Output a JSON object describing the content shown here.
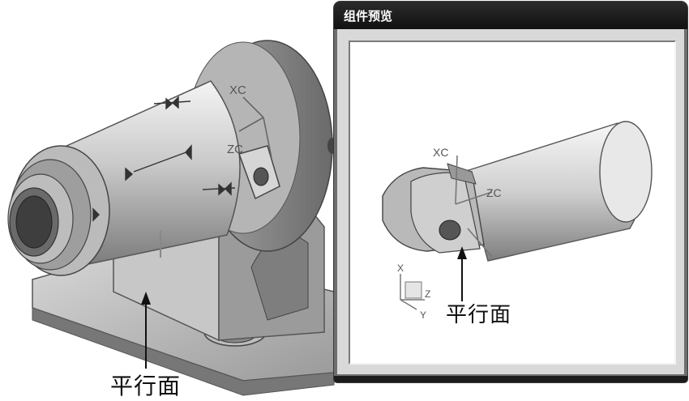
{
  "main": {
    "callout_label": "平行面",
    "axis_labels": {
      "xc": "XC",
      "zc": "ZC"
    }
  },
  "preview_window": {
    "title": "组件预览",
    "callout_label": "平行面",
    "axis_labels": {
      "xc": "XC",
      "zc": "ZC"
    },
    "triad_labels": {
      "x": "X",
      "y": "Y",
      "z": "Z"
    }
  }
}
